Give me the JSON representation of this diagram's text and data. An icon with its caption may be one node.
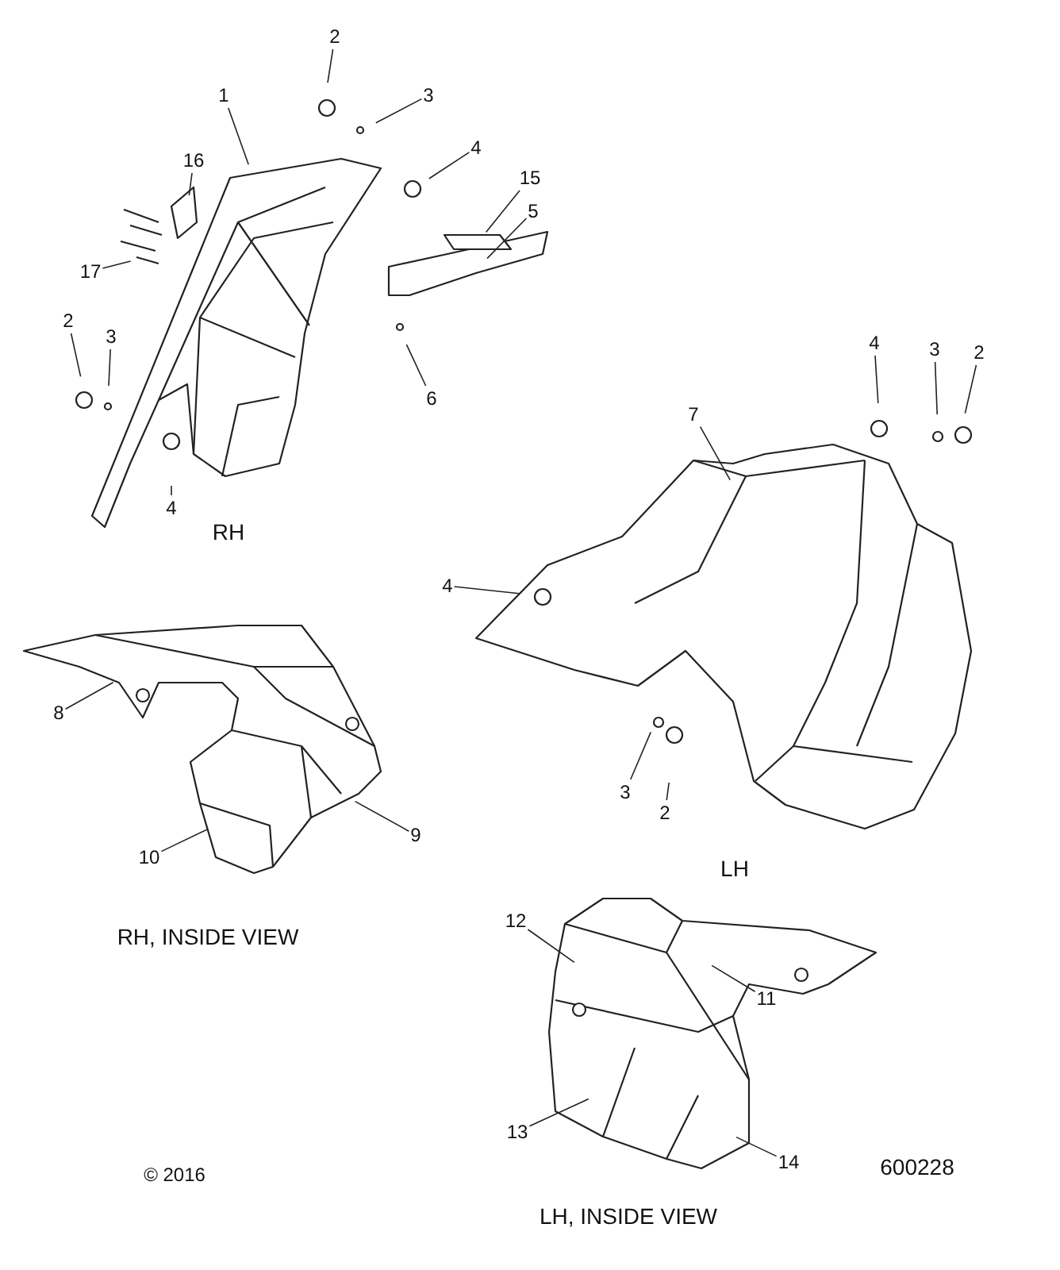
{
  "diagram": {
    "nodes": [
      {
        "text": [
          "2"
        ]
      },
      {
        "text": [
          "1"
        ]
      },
      {
        "text": [
          "3"
        ]
      },
      {
        "text": [
          "4"
        ]
      },
      {
        "text": [
          "16"
        ]
      },
      {
        "text": [
          "15"
        ]
      },
      {
        "text": [
          "5"
        ]
      },
      {
        "text": [
          "17"
        ]
      },
      {
        "text": [
          "2"
        ]
      },
      {
        "text": [
          "3"
        ]
      },
      {
        "text": [
          "6"
        ]
      },
      {
        "text": [
          "4"
        ]
      },
      {
        "text": [
          "3"
        ]
      },
      {
        "text": [
          "2"
        ]
      },
      {
        "text": [
          "7"
        ]
      },
      {
        "text": [
          "4"
        ]
      },
      {
        "text": [
          "4"
        ]
      },
      {
        "text": [
          "8"
        ]
      },
      {
        "text": [
          "3"
        ]
      },
      {
        "text": [
          "2"
        ]
      },
      {
        "text": [
          "9"
        ]
      },
      {
        "text": [
          "10"
        ]
      },
      {
        "text": [
          "12"
        ]
      },
      {
        "text": [
          "11"
        ]
      },
      {
        "text": [
          "13"
        ]
      },
      {
        "text": [
          "14"
        ]
      }
    ],
    "edges": [
      {
        "from": 0,
        "to": null,
        "arrow": "none"
      },
      {
        "from": 1,
        "to": null,
        "arrow": "none"
      },
      {
        "from": 2,
        "to": null,
        "arrow": "none"
      },
      {
        "from": 3,
        "to": null,
        "arrow": "none"
      },
      {
        "from": 4,
        "to": null,
        "arrow": "none"
      },
      {
        "from": 5,
        "to": null,
        "arrow": "none"
      },
      {
        "from": 6,
        "to": null,
        "arrow": "none"
      },
      {
        "from": 7,
        "to": null,
        "arrow": "none"
      },
      {
        "from": 8,
        "to": null,
        "arrow": "none"
      },
      {
        "from": 9,
        "to": null,
        "arrow": "none"
      },
      {
        "from": 10,
        "to": null,
        "arrow": "none"
      },
      {
        "from": 11,
        "to": null,
        "arrow": "none"
      },
      {
        "from": 12,
        "to": null,
        "arrow": "none"
      },
      {
        "from": 13,
        "to": null,
        "arrow": "none"
      },
      {
        "from": 14,
        "to": null,
        "arrow": "none"
      },
      {
        "from": 15,
        "to": null,
        "arrow": "none"
      },
      {
        "from": 16,
        "to": null,
        "arrow": "none"
      },
      {
        "from": 17,
        "to": null,
        "arrow": "none"
      },
      {
        "from": 18,
        "to": null,
        "arrow": "none"
      },
      {
        "from": 19,
        "to": null,
        "arrow": "none"
      },
      {
        "from": 20,
        "to": null,
        "arrow": "none"
      },
      {
        "from": 21,
        "to": null,
        "arrow": "none"
      },
      {
        "from": 22,
        "to": null,
        "arrow": "none"
      },
      {
        "from": 23,
        "to": null,
        "arrow": "none"
      },
      {
        "from": 24,
        "to": null,
        "arrow": "none"
      },
      {
        "from": 25,
        "to": null,
        "arrow": "none"
      }
    ],
    "labels": [
      "RH",
      "LH",
      "RH, INSIDE VIEW",
      "© 2016",
      "600228",
      "LH, INSIDE VIEW"
    ]
  }
}
